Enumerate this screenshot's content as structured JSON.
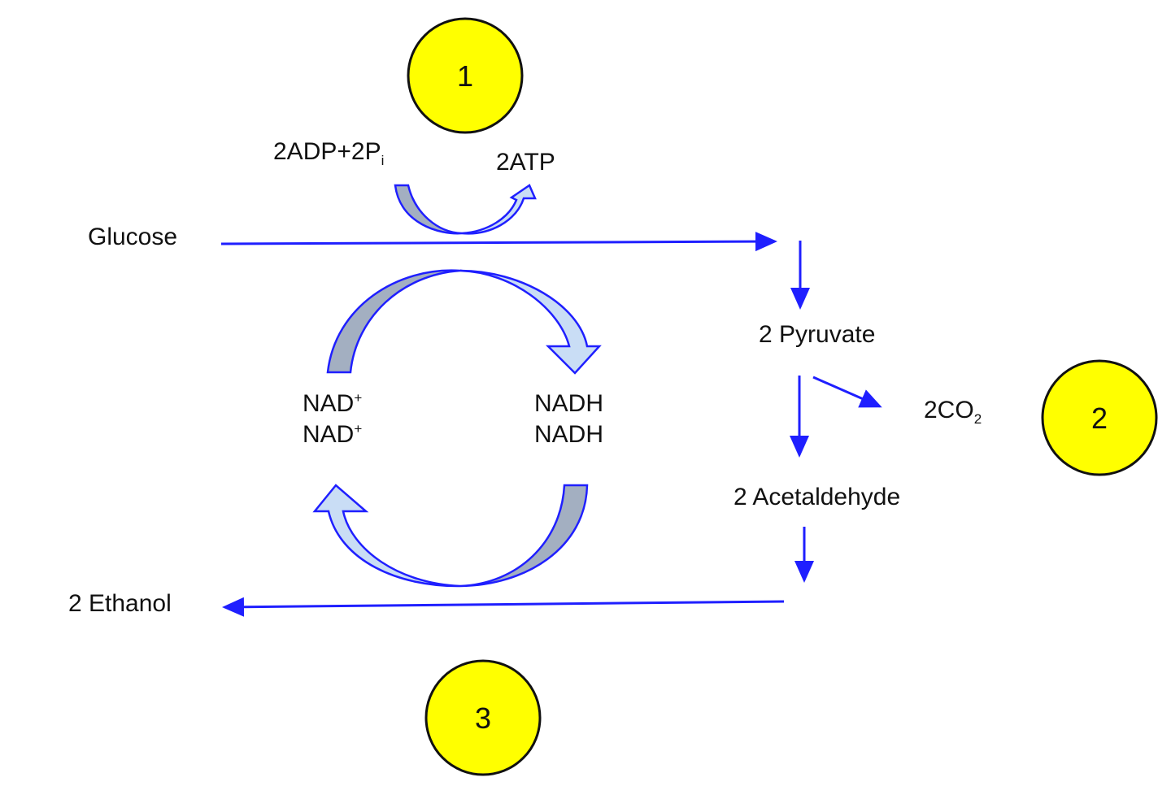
{
  "markers": [
    "1",
    "2",
    "3"
  ],
  "nodes": {
    "glucose": "Glucose",
    "pyruvate": "2 Pyruvate",
    "acetaldehyde": "2 Acetaldehyde",
    "ethanol": "2 Ethanol"
  },
  "atp_cycle": {
    "input_main": "2ADP+2P",
    "input_sub": "i",
    "output": "2ATP"
  },
  "co2": {
    "main": "2CO",
    "sub": "2"
  },
  "nad_cycle": {
    "nad_line1_main": "NAD",
    "nad_line1_sup": "+",
    "nad_line2_main": "NAD",
    "nad_line2_sup": "+",
    "nadh_line1": "NADH",
    "nadh_line2": "NADH"
  },
  "colors": {
    "arrow_blue": "#1f1fff",
    "circle_fill": "#ffff00",
    "curved_dark_fill": "#a3afc1",
    "curved_light_fill": "#c9ddf5"
  }
}
